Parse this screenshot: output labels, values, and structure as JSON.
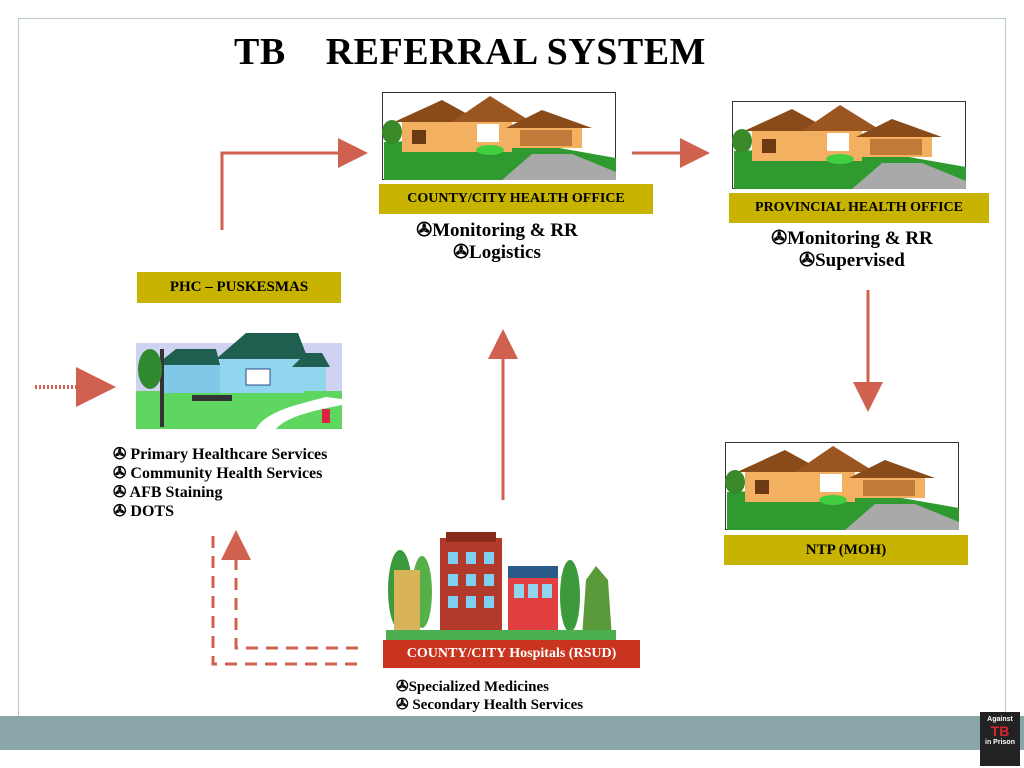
{
  "title": "TB    REFERRAL SYSTEM",
  "county_health_office": {
    "label": "COUNTY/CITY HEALTH OFFICE",
    "items": [
      "✇Monitoring & RR",
      "✇Logistics"
    ]
  },
  "provincial_health_office": {
    "label": "PROVINCIAL HEALTH OFFICE",
    "items": [
      "✇Monitoring & RR",
      "✇Supervised"
    ]
  },
  "phc": {
    "label": "PHC – PUSKESMAS",
    "items": [
      "✇ Primary Healthcare Services",
      "✇ Community Health Services",
      "✇ AFB Staining",
      "✇ DOTS"
    ]
  },
  "ntp": {
    "label": "NTP (MOH)"
  },
  "hospitals": {
    "label": "COUNTY/CITY Hospitals (RSUD)",
    "items": [
      "✇Specialized Medicines",
      "✇ Secondary Health Services"
    ]
  },
  "logo": {
    "line1": "Against",
    "line2": "TB",
    "line3": "in Prison"
  },
  "colors": {
    "arrow": "#d06050",
    "olive_box": "#c8b400",
    "red_box": "#c8341e",
    "band": "#8aa6a8"
  }
}
